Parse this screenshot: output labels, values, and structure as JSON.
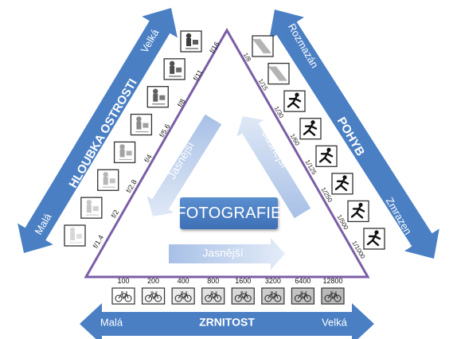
{
  "center_title": "FOTOGRAFIE",
  "clearer_label": "Jasnější",
  "left_axis": {
    "title": "HLOUBKA OSTROSTI",
    "low": "Malá",
    "high": "Velká",
    "apertures": [
      "f/1.4",
      "f/2",
      "f/2.8",
      "f/4",
      "f/5.6",
      "f/8",
      "f/11",
      "f/16"
    ]
  },
  "right_axis": {
    "title": "POHYB",
    "top": "Rozmazán",
    "bottom": "Zmrazen",
    "shutter_speeds": [
      "1/8",
      "1/15",
      "1/30",
      "1/60",
      "1/125",
      "1/250",
      "1/500",
      "1/1000"
    ]
  },
  "bottom_axis": {
    "title": "ZRNITOST",
    "low": "Malá",
    "high": "Velká",
    "iso": [
      "100",
      "200",
      "400",
      "800",
      "1600",
      "3200",
      "6400",
      "12800"
    ]
  },
  "colors": {
    "arrow_blue": "#4a7fc4",
    "triangle_purple": "#7b5ea7",
    "light_arrow": "#b9ccec"
  }
}
